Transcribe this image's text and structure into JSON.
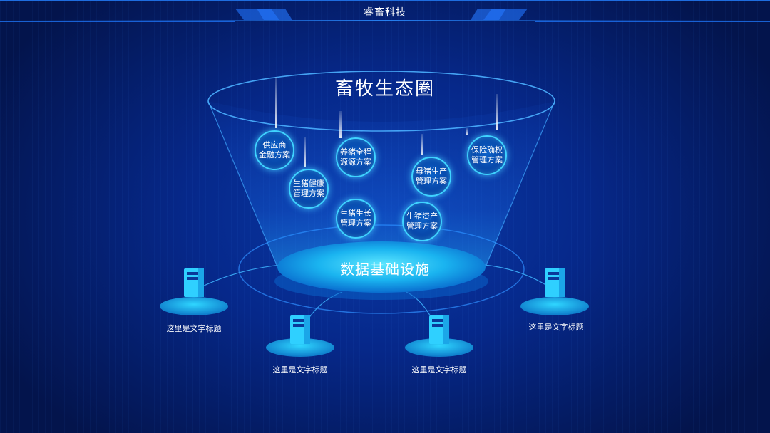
{
  "header": {
    "brand": "睿畜科技"
  },
  "diagram": {
    "title": "畜牧生态圈",
    "base_label": "数据基础设施",
    "solutions": [
      {
        "line1": "供应商",
        "line2": "金融方案"
      },
      {
        "line1": "生猪健康",
        "line2": "管理方案"
      },
      {
        "line1": "养猪全程",
        "line2": "源源方案"
      },
      {
        "line1": "生猪生长",
        "line2": "管理方案"
      },
      {
        "line1": "母猪生产",
        "line2": "管理方案"
      },
      {
        "line1": "生猪资产",
        "line2": "管理方案"
      },
      {
        "line1": "保险确权",
        "line2": "管理方案"
      }
    ],
    "servers": [
      {
        "label": "这里是文字标题"
      },
      {
        "label": "这里是文字标题"
      },
      {
        "label": "这里是文字标题"
      },
      {
        "label": "这里是文字标题"
      }
    ]
  },
  "colors": {
    "background": "#041a5c",
    "accent": "#3fd3ff",
    "glow": "#1ec8ff"
  }
}
